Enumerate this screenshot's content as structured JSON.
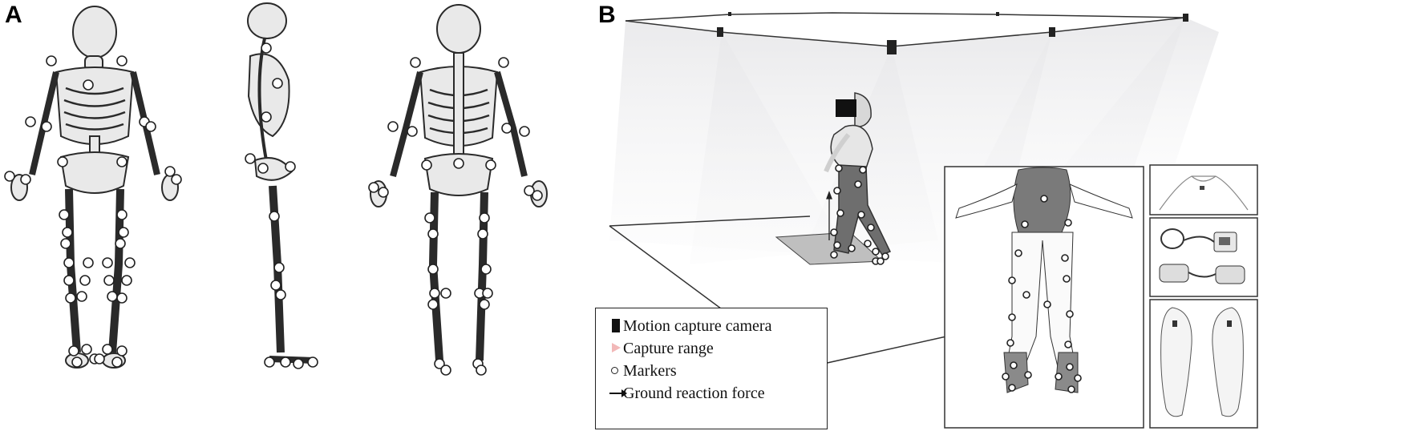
{
  "panels": {
    "a": {
      "letter": "A"
    },
    "b": {
      "letter": "B"
    }
  },
  "legend": {
    "items": [
      {
        "symbol": "camera-icon",
        "label": "Motion capture camera"
      },
      {
        "symbol": "capture-range-icon",
        "label": "Capture range"
      },
      {
        "symbol": "marker-icon",
        "label": "Markers"
      },
      {
        "symbol": "arrow-icon",
        "label": "Ground reaction force"
      }
    ]
  },
  "colors": {
    "bone": "#e9e9e9",
    "bone_outline": "#2a2a2a",
    "marker_fill": "#ffffff",
    "capture_range": "#f2b8b8",
    "leg_suit": "#6e6e6e"
  }
}
